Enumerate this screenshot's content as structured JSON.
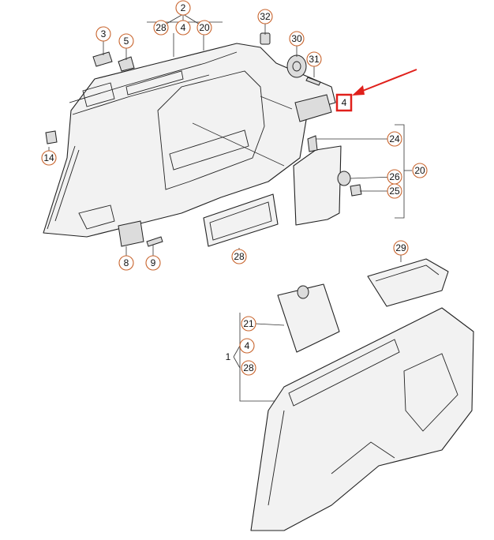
{
  "callouts": {
    "c2": "2",
    "c28a": "28",
    "c4a": "4",
    "c20a": "20",
    "c32": "32",
    "c3": "3",
    "c5": "5",
    "c30": "30",
    "c31": "31",
    "c4hl": "4",
    "c14": "14",
    "c24": "24",
    "c26": "26",
    "c20b": "20",
    "c25": "25",
    "c8": "8",
    "c9": "9",
    "c28b": "28",
    "c29": "29",
    "c21": "21",
    "c4b": "4",
    "c1": "1",
    "c28c": "28"
  },
  "highlight": {
    "color": "#e0201b"
  },
  "accent": "#c8642d"
}
